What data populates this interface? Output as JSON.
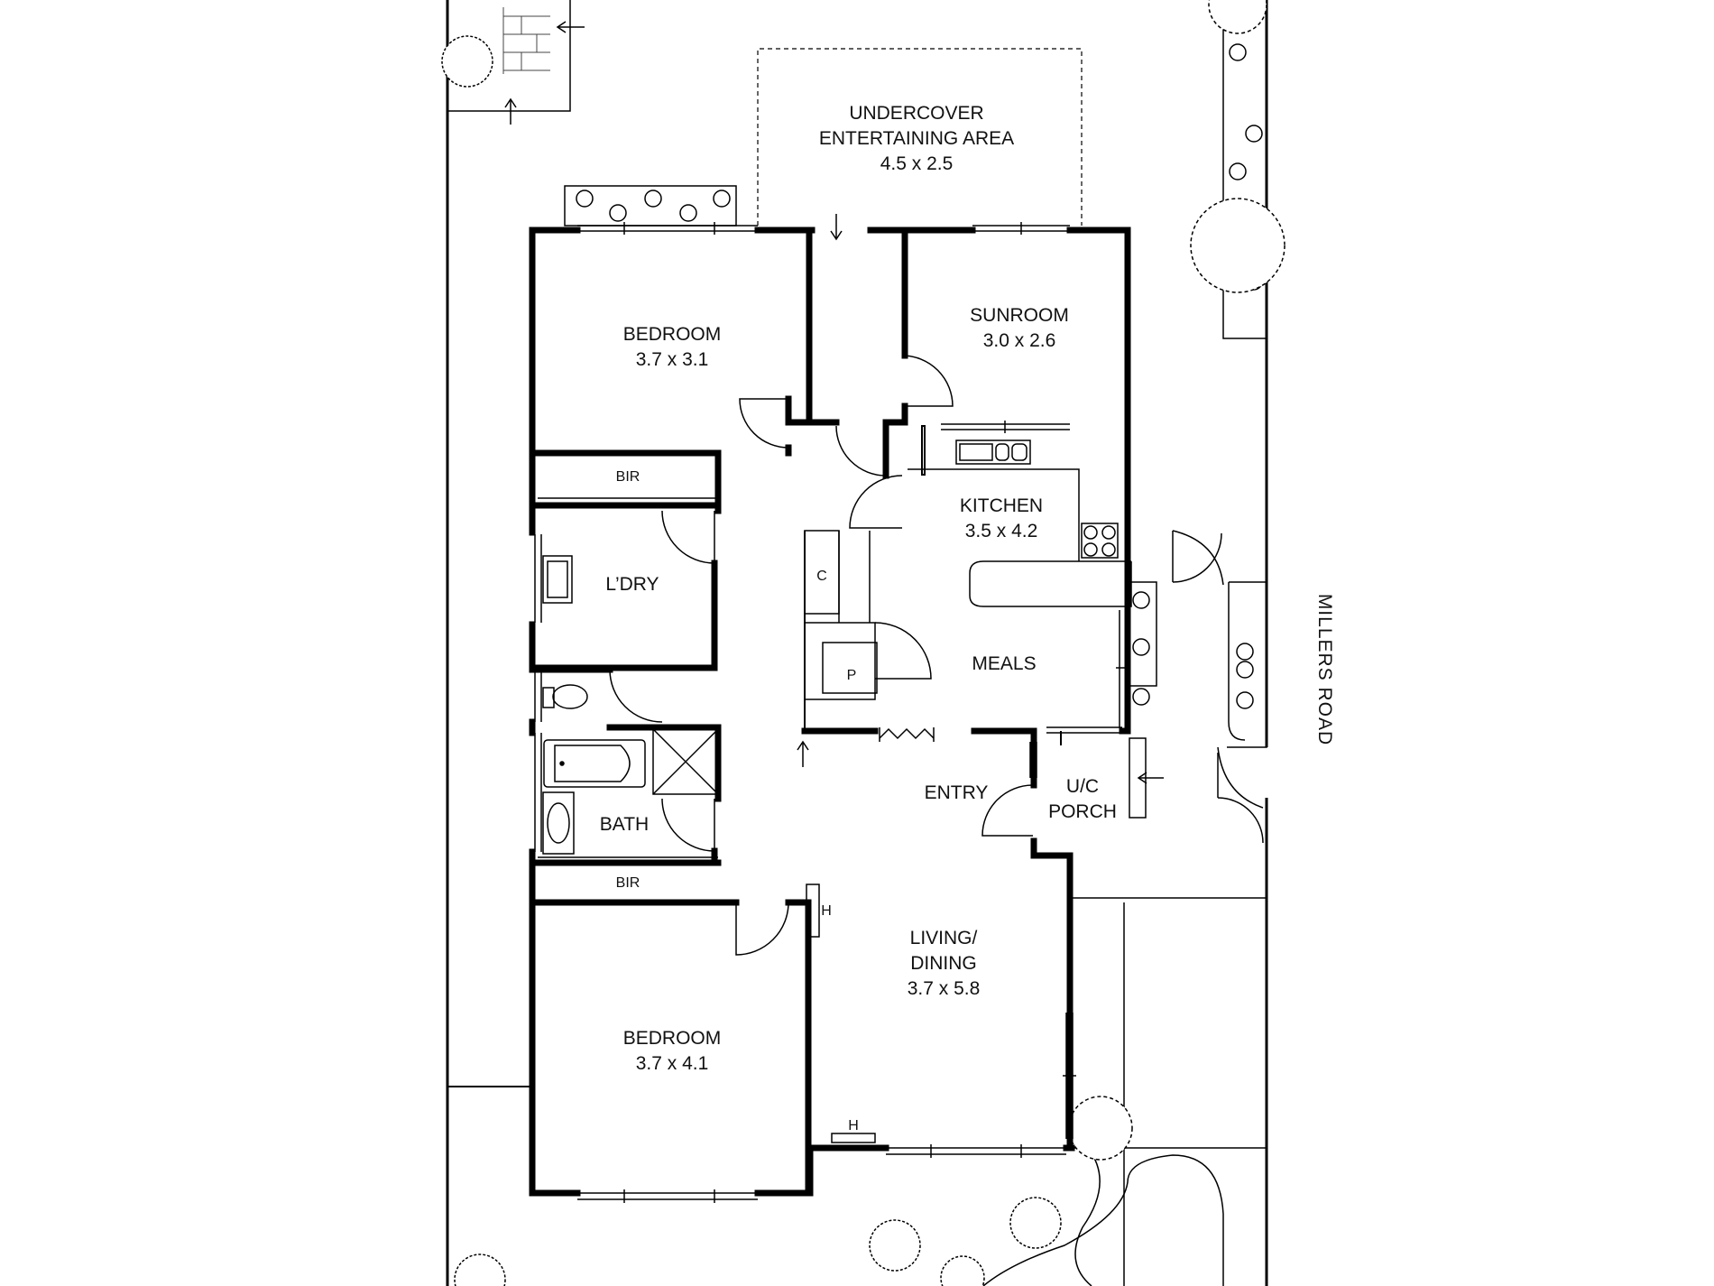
{
  "rooms": {
    "entertaining": {
      "name_line1": "UNDERCOVER",
      "name_line2": "ENTERTAINING AREA",
      "size": "4.5 x 2.5"
    },
    "bedroom1": {
      "name": "BEDROOM",
      "size": "3.7 x 3.1"
    },
    "sunroom": {
      "name": "SUNROOM",
      "size": "3.0 x 2.6"
    },
    "kitchen": {
      "name": "KITCHEN",
      "size": "3.5 x 4.2"
    },
    "laundry": {
      "name": "L’DRY"
    },
    "meals": {
      "name": "MEALS"
    },
    "entry": {
      "name": "ENTRY"
    },
    "porch": {
      "name_line1": "U/C",
      "name_line2": "PORCH"
    },
    "bath": {
      "name": "BATH"
    },
    "living": {
      "name_line1": "LIVING/",
      "name_line2": "DINING",
      "size": "3.7 x 5.8"
    },
    "bedroom2": {
      "name": "BEDROOM",
      "size": "3.7 x 4.1"
    }
  },
  "small_labels": {
    "bir_top": "BIR",
    "bir_bottom": "BIR",
    "cupboard": "C",
    "pantry": "P",
    "heater_hall": "H",
    "heater_living": "H"
  },
  "street": {
    "name": "MILLERS ROAD"
  },
  "colors": {
    "wall": "#000000",
    "thin_line": "#222222",
    "background": "#ffffff"
  }
}
